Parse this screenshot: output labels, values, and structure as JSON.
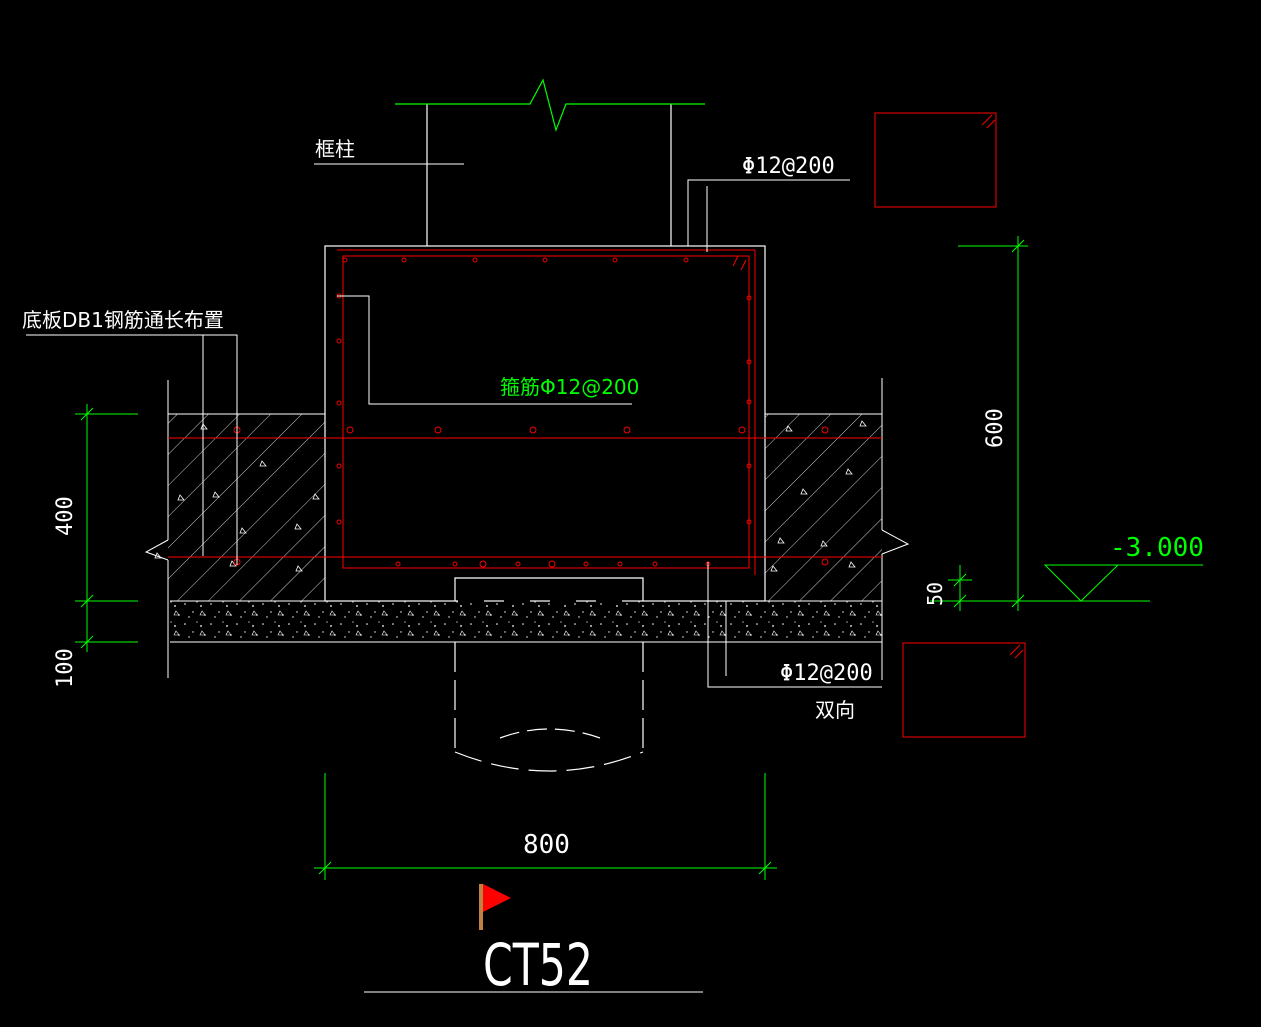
{
  "labels": {
    "column": "框柱",
    "top_rebar": "Φ12@200",
    "slab_rebar": "底板DB1钢筋通长布置",
    "stirrup": "箍筋Φ12@200",
    "bottom_rebar": "Φ12@200",
    "bidirectional": "双向",
    "elevation": "-3.000"
  },
  "dimensions": {
    "depth_400": "400",
    "depth_100": "100",
    "height_600": "600",
    "offset_50": "50",
    "width_800": "800"
  },
  "title": "CT52",
  "colors": {
    "background": "#000000",
    "structure": "#ffffff",
    "dimension": "#00ff00",
    "rebar": "#ff0000",
    "flag": "#ff0000",
    "flag_pole": "#c08040"
  }
}
